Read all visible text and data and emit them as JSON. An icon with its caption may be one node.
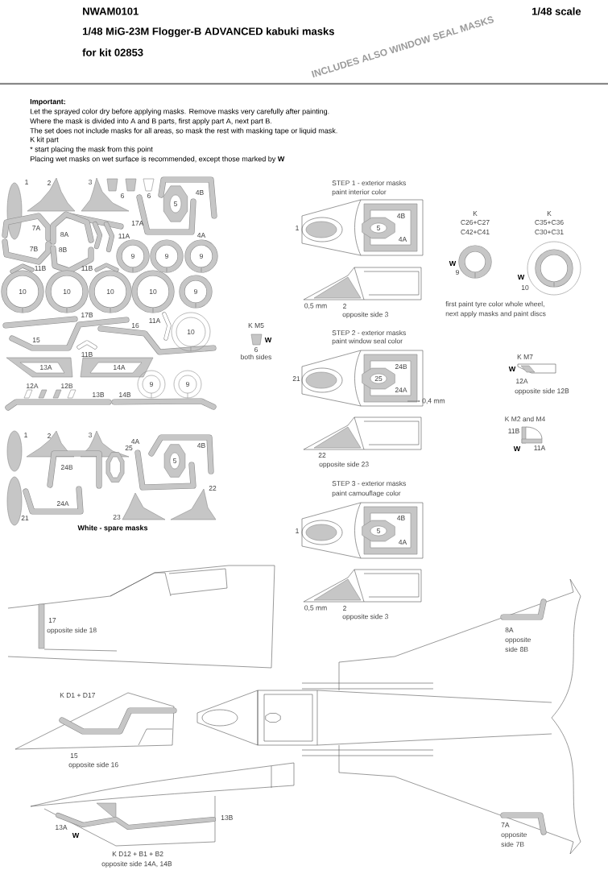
{
  "diagram": {
    "title": "1/48 MiG-23M Flogger-B ADVANCED kabuki masks",
    "labels": [
      "NWAM0101",
      "1/48 scale",
      "for kit 02853",
      "INCLUDES ALSO WINDOW SEAL MASKS",
      "Important:",
      "Let the sprayed color dry before applying masks. Remove masks very carefully after painting.",
      "Where the mask is divided into A and B parts, first apply part A, next part B.",
      "The set does not include masks for all areas, so mask the rest with masking tape or liquid mask.",
      "K kit part",
      "*  start placing the mask from this point",
      "Placing wet masks on wet surface is recommended, except those marked by **W**",
      "1",
      "2",
      "3",
      "6",
      "6",
      "4B",
      "5",
      "17A",
      "7A",
      "8A",
      "11A",
      "4A",
      "7B",
      "8B",
      "9",
      "9",
      "9",
      "11B",
      "11B",
      "10",
      "10",
      "10",
      "10",
      "9",
      "17B",
      "11A",
      "16",
      "10",
      "15",
      "K M5",
      "W",
      "6",
      "both sides",
      "11B",
      "13A",
      "14A",
      "12A",
      "12B",
      "9",
      "9",
      "13B",
      "14B",
      "1",
      "2",
      "3",
      "4A",
      "4B",
      "5",
      "25",
      "24B",
      "22",
      "24A",
      "21",
      "23",
      "White - spare masks",
      "STEP 1 - exterior masks",
      "paint interior color",
      "K",
      "C26+C27",
      "C42+C41",
      "K",
      "C35+C36",
      "C30+C31",
      "1",
      "4B",
      "5",
      "4A",
      "W",
      "9",
      "W",
      "10",
      "0,5 mm",
      "2",
      "opposite side 3",
      "first paint tyre color whole wheel,",
      "next apply masks and paint discs",
      "STEP 2 - exterior masks",
      "paint window seal color",
      "K M7",
      "24B",
      "W",
      "21",
      "25",
      "12A",
      "24A",
      "opposite side 12B",
      "0,4 mm",
      "K M2 and M4",
      "11B",
      "W",
      "11A",
      "22",
      "opposite side 23",
      "STEP 3 - exterior masks",
      "paint camouflage color",
      "4B",
      "1",
      "5",
      "4A",
      "0,5 mm",
      "2",
      "opposite side 3",
      "17",
      "opposite side 18",
      "8A",
      "opposite side 8B",
      "K D1 + D17",
      "15",
      "opposite side 16",
      "13B",
      "7A",
      "opposite side 7B",
      "13A",
      "W",
      "K D12 + B1 + B2",
      "opposite side 14A, 14B"
    ]
  }
}
